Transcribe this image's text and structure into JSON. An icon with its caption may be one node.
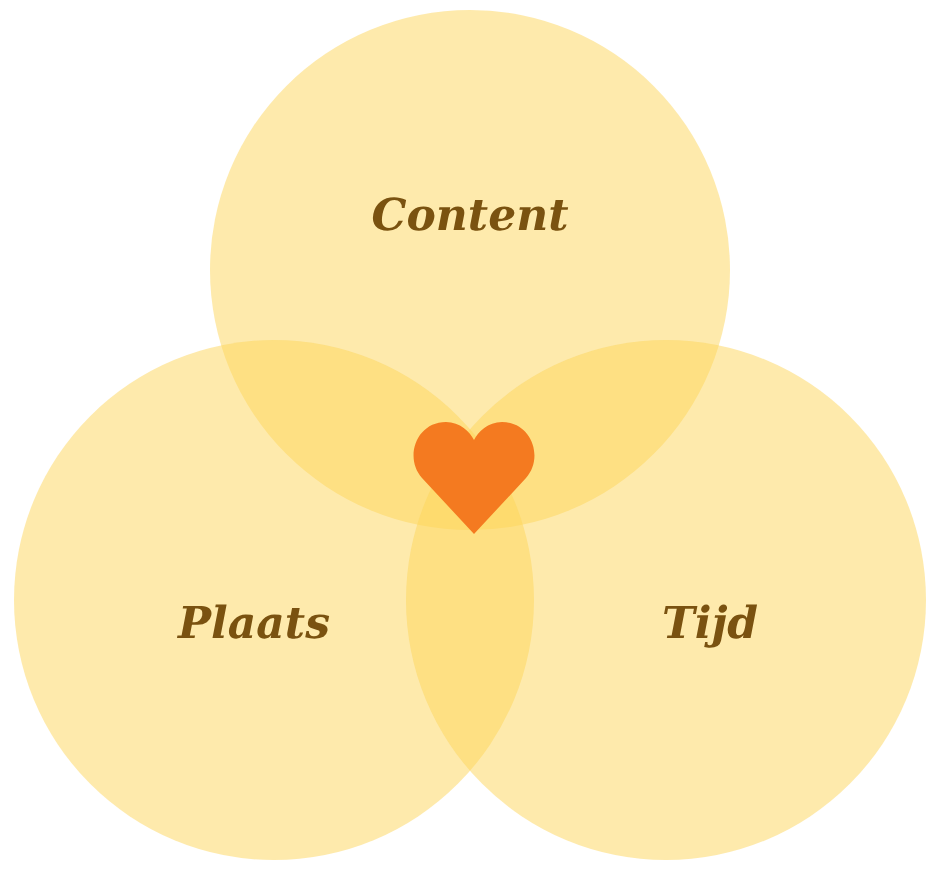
{
  "diagram": {
    "nodes": [
      {
        "text": [
          "Content"
        ]
      },
      {
        "text": [
          "Plaats"
        ]
      },
      {
        "text": [
          "Tijd"
        ]
      }
    ]
  }
}
